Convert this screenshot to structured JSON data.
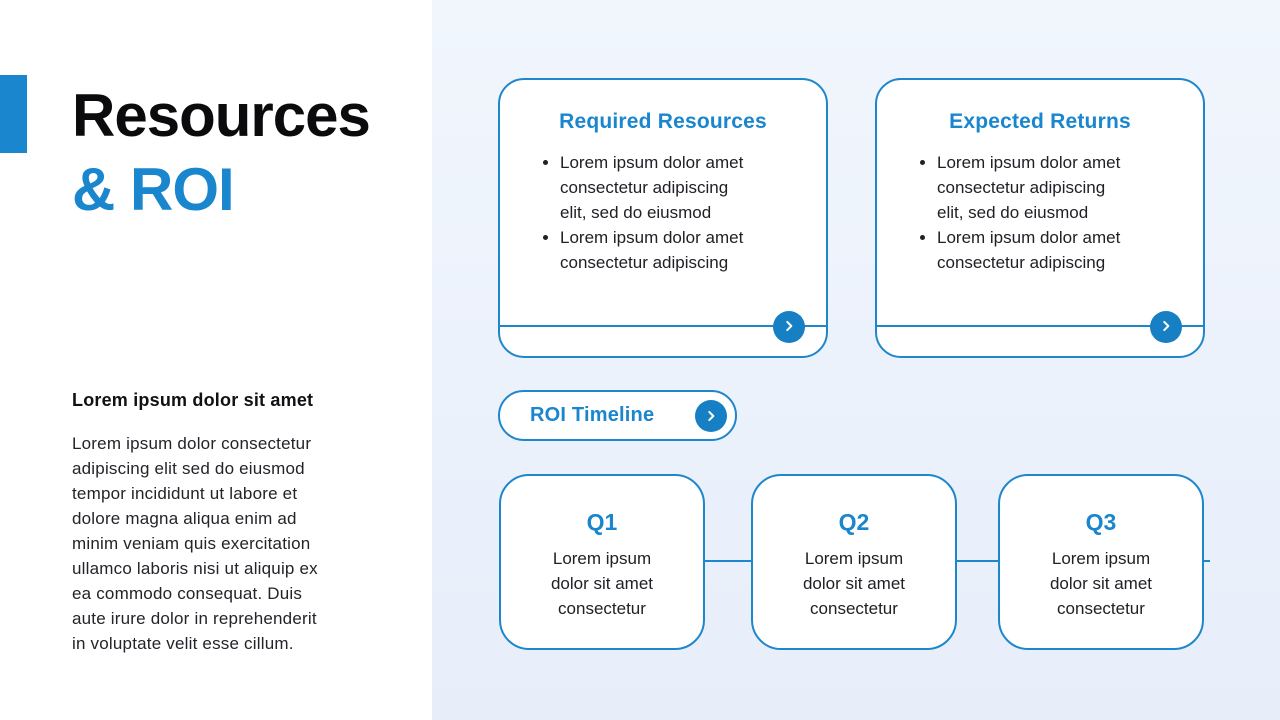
{
  "colors": {
    "accent": "#1a86cd",
    "accent_deep": "#177fc3",
    "title_text": "#0b0b0e",
    "body_text": "#232329",
    "left_bg": "#ffffff",
    "right_bg_top": "#f1f6fd",
    "right_bg_bottom": "#e7eefa"
  },
  "header": {
    "title_line1": "Resources",
    "title_line2": "& ROI"
  },
  "left": {
    "subheading": "Lorem ipsum dolor sit amet",
    "paragraph": "Lorem ipsum dolor consectetur adipiscing elit sed do eiusmod tempor incididunt ut labore et dolore magna aliqua enim ad minim veniam quis exercitation ullamco laboris nisi ut aliquip ex ea commodo consequat. Duis aute irure dolor in reprehenderit in voluptate velit esse cillum."
  },
  "cards": [
    {
      "title": "Required Resources",
      "bullets": [
        "Lorem ipsum dolor amet consectetur adipiscing elit, sed do eiusmod",
        "Lorem ipsum dolor amet consectetur adipiscing"
      ],
      "action_icon": "chevron-right-icon"
    },
    {
      "title": "Expected Returns",
      "bullets": [
        "Lorem ipsum dolor amet consectetur adipiscing elit, sed do eiusmod",
        "Lorem ipsum dolor amet consectetur adipiscing"
      ],
      "action_icon": "chevron-right-icon"
    }
  ],
  "timeline_button": {
    "label": "ROI Timeline",
    "icon": "chevron-right-icon"
  },
  "quarters": [
    {
      "label": "Q1",
      "text": "Lorem ipsum dolor sit amet consectetur"
    },
    {
      "label": "Q2",
      "text": "Lorem ipsum dolor sit amet consectetur"
    },
    {
      "label": "Q3",
      "text": "Lorem ipsum dolor sit amet consectetur"
    }
  ]
}
